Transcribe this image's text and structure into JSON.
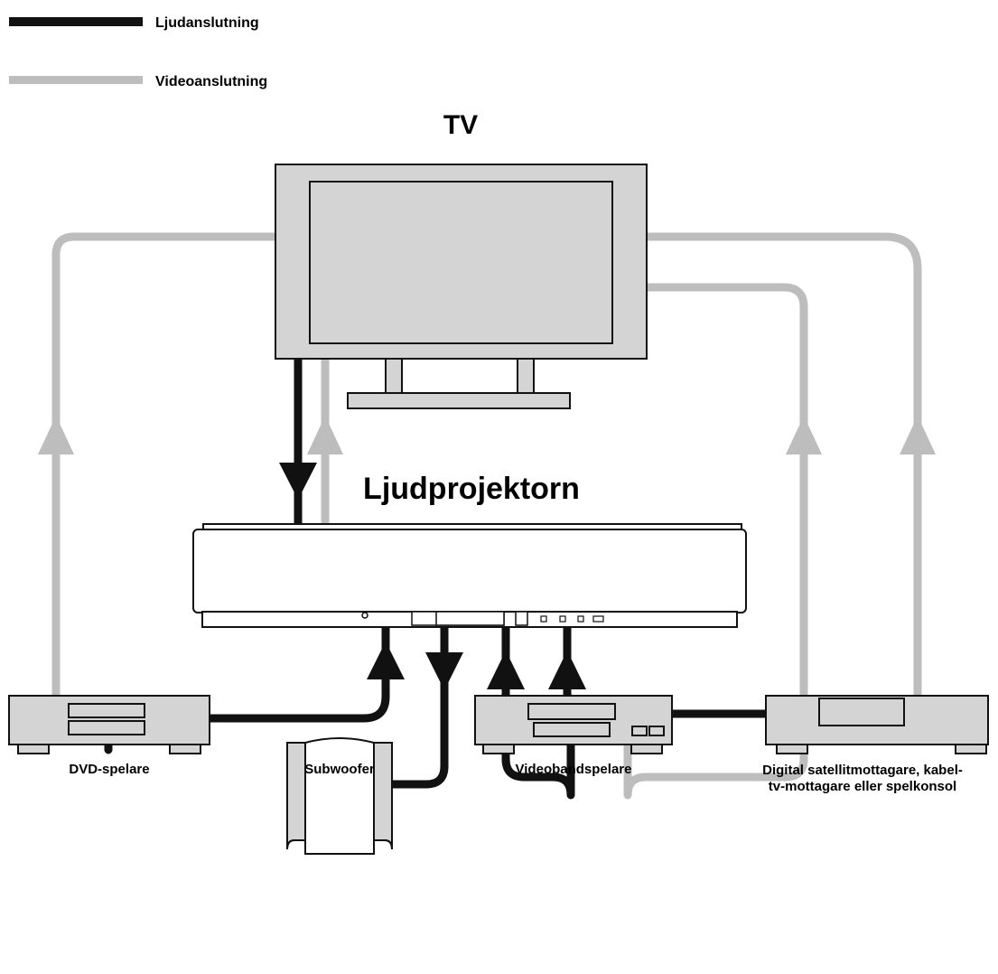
{
  "legend": {
    "audio_label": "Ljudanslutning",
    "video_label": "Videoanslutning",
    "audio_color": "#111111",
    "video_color": "#bdbdbd"
  },
  "nodes": {
    "tv": "TV",
    "projector": "Ljudprojektorn",
    "dvd": "DVD-spelare",
    "subwoofer": "Subwoofer",
    "vcr": "Videobandspelare",
    "satellite_line1": "Digital satellitmottagare, kabel-",
    "satellite_line2": "tv-mottagare eller spelkonsol"
  }
}
